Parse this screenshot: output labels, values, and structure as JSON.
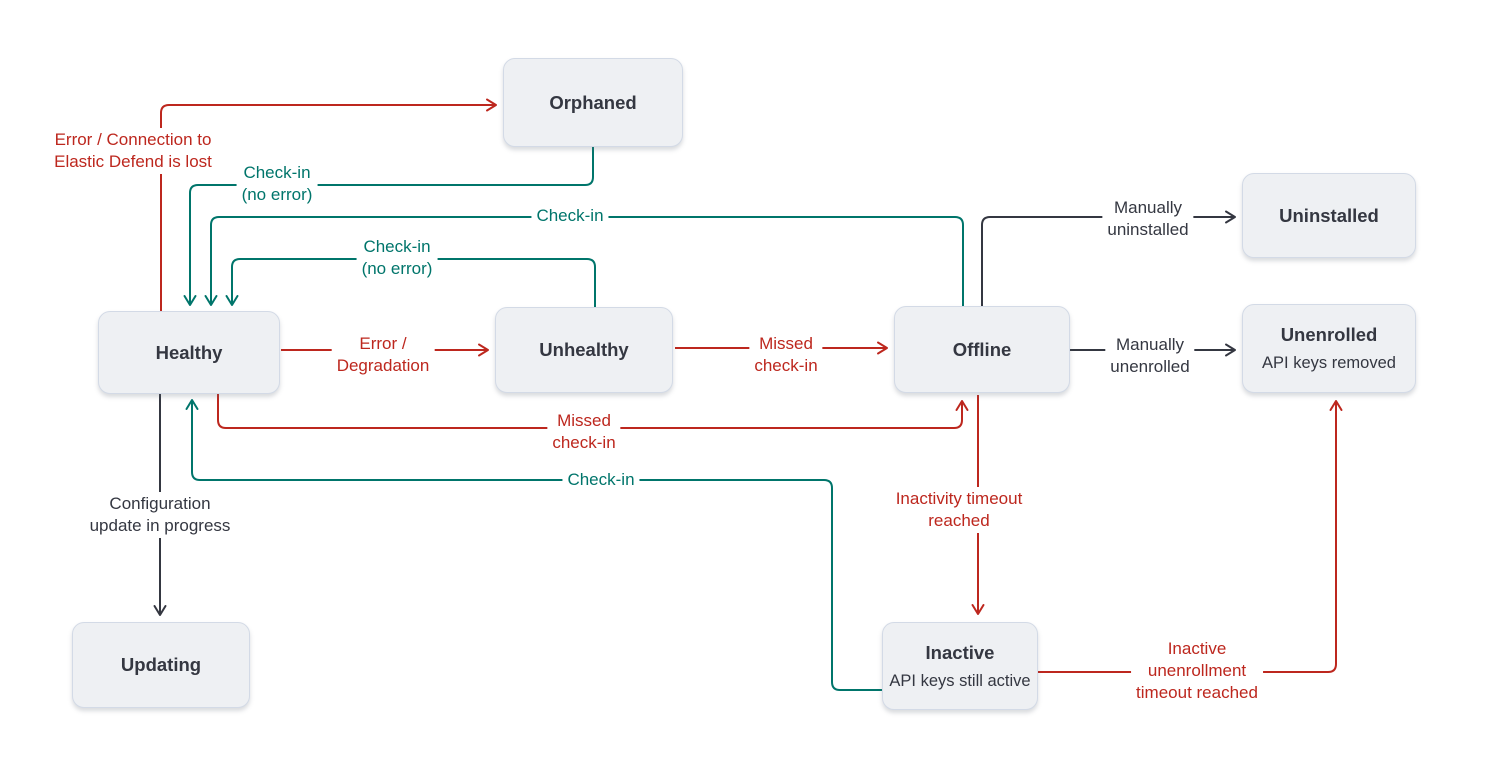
{
  "colors": {
    "error": "#BD271E",
    "success": "#00756B",
    "neutral": "#343741",
    "node_fill": "#EEF0F3",
    "node_border": "#D3DAE6"
  },
  "nodes": {
    "orphaned": {
      "title": "Orphaned"
    },
    "uninstalled": {
      "title": "Uninstalled"
    },
    "healthy": {
      "title": "Healthy"
    },
    "unhealthy": {
      "title": "Unhealthy"
    },
    "offline": {
      "title": "Offline"
    },
    "unenrolled": {
      "title": "Unenrolled",
      "subtitle": "API keys removed"
    },
    "updating": {
      "title": "Updating"
    },
    "inactive": {
      "title": "Inactive",
      "subtitle": "API keys still active"
    }
  },
  "edges": {
    "healthy_to_orphaned": {
      "from": "Healthy",
      "to": "Orphaned",
      "color": "error",
      "label": {
        "line1": "Error / Connection to",
        "line2": "Elastic Defend is lost"
      }
    },
    "orphaned_to_healthy": {
      "from": "Orphaned",
      "to": "Healthy",
      "color": "success",
      "label": {
        "line1": "Check-in",
        "line2": "(no error)"
      }
    },
    "healthy_to_unhealthy": {
      "from": "Healthy",
      "to": "Unhealthy",
      "color": "error",
      "label": {
        "line1": "Error /",
        "line2": "Degradation"
      }
    },
    "unhealthy_to_healthy": {
      "from": "Unhealthy",
      "to": "Healthy",
      "color": "success",
      "label": {
        "line1": "Check-in",
        "line2": "(no error)"
      }
    },
    "unhealthy_to_offline": {
      "from": "Unhealthy",
      "to": "Offline",
      "color": "error",
      "label": {
        "line1": "Missed",
        "line2": "check-in"
      }
    },
    "offline_to_healthy": {
      "from": "Offline",
      "to": "Healthy",
      "color": "success",
      "label": {
        "line1": "Check-in"
      }
    },
    "healthy_to_offline": {
      "from": "Healthy",
      "to": "Offline",
      "color": "error",
      "label": {
        "line1": "Missed",
        "line2": "check-in"
      }
    },
    "healthy_to_updating": {
      "from": "Healthy",
      "to": "Updating",
      "color": "neutral",
      "label": {
        "line1": "Configuration",
        "line2": "update in progress"
      }
    },
    "offline_to_uninstalled": {
      "from": "Offline",
      "to": "Uninstalled",
      "color": "neutral",
      "label": {
        "line1": "Manually",
        "line2": "uninstalled"
      }
    },
    "offline_to_unenrolled": {
      "from": "Offline",
      "to": "Unenrolled",
      "color": "neutral",
      "label": {
        "line1": "Manually",
        "line2": "unenrolled"
      }
    },
    "offline_to_inactive": {
      "from": "Offline",
      "to": "Inactive",
      "color": "error",
      "label": {
        "line1": "Inactivity timeout",
        "line2": "reached"
      }
    },
    "inactive_to_healthy": {
      "from": "Inactive",
      "to": "Healthy",
      "color": "success",
      "label": {
        "line1": "Check-in"
      }
    },
    "inactive_to_unenrolled": {
      "from": "Inactive",
      "to": "Unenrolled",
      "color": "error",
      "label": {
        "line1": "Inactive",
        "line2": "unenrollment",
        "line3": "timeout reached"
      }
    }
  }
}
